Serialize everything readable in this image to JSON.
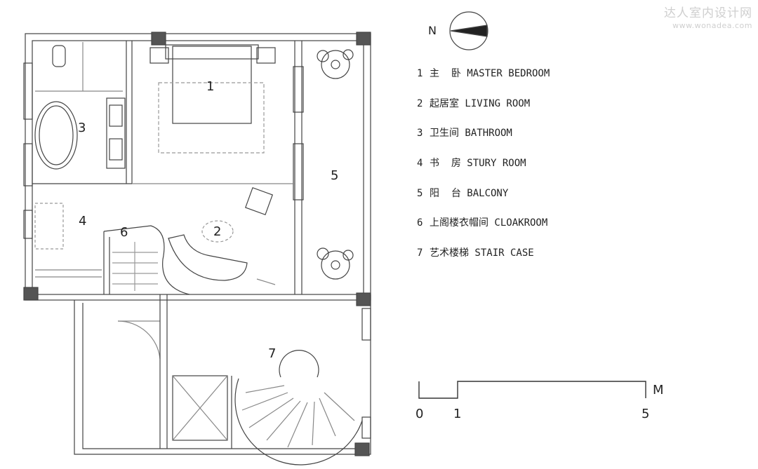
{
  "watermark": {
    "cn": "达人室内设计网",
    "url": "www.wonadea.com"
  },
  "compass": {
    "label": "N"
  },
  "legend": [
    {
      "num": "1",
      "text": "主  卧 MASTER BEDROOM"
    },
    {
      "num": "2",
      "text": "起居室 LIVING ROOM"
    },
    {
      "num": "3",
      "text": "卫生间 BATHROOM"
    },
    {
      "num": "4",
      "text": "书  房 STURY ROOM"
    },
    {
      "num": "5",
      "text": "阳  台 BALCONY"
    },
    {
      "num": "6",
      "text": "上阁楼衣帽间 CLOAKROOM"
    },
    {
      "num": "7",
      "text": "艺术楼梯 STAIR CASE"
    }
  ],
  "rooms": {
    "r1": "1",
    "r2": "2",
    "r3": "3",
    "r4": "4",
    "r5": "5",
    "r6": "6",
    "r7": "7"
  },
  "scale": {
    "unit": "M",
    "t0": "0",
    "t1": "1",
    "t5": "5"
  }
}
